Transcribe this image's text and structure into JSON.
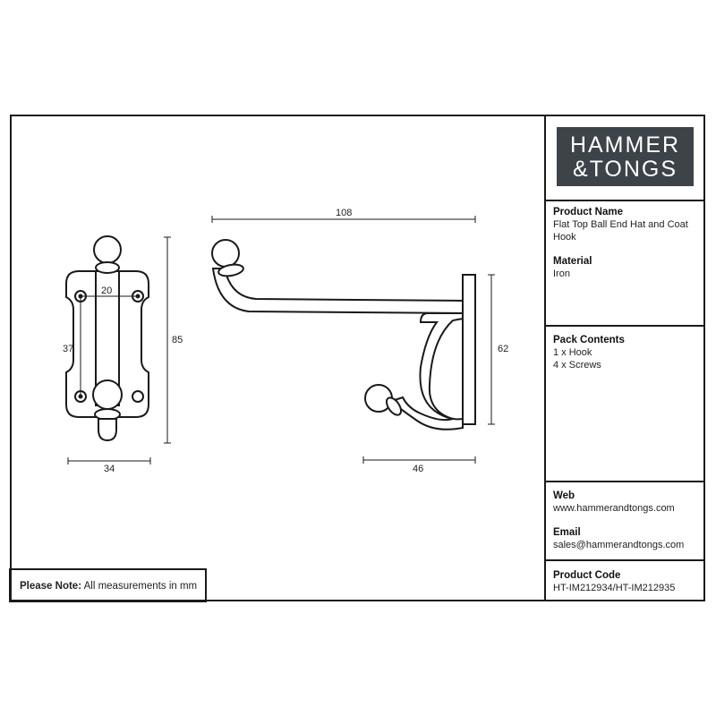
{
  "logo": {
    "line1": "HAMMER",
    "line2": "&TONGS"
  },
  "dimensions": {
    "overall_width": "108",
    "hole_spacing": "20",
    "plate_height": "37",
    "overall_height": "85",
    "plate_width": "34",
    "hook_height": "62",
    "projection": "46"
  },
  "product": {
    "label": "Product Name",
    "value": "Flat Top Ball End Hat and Coat Hook"
  },
  "material": {
    "label": "Material",
    "value": "Iron"
  },
  "pack": {
    "label": "Pack Contents",
    "items": [
      "1 x Hook",
      "4 x Screws"
    ]
  },
  "web": {
    "label": "Web",
    "value": "www.hammerandtongs.com"
  },
  "email": {
    "label": "Email",
    "value": "sales@hammerandtongs.com"
  },
  "code": {
    "label": "Product Code",
    "value": "HT-IM212934/HT-IM212935"
  },
  "note": {
    "label": "Please Note:",
    "text": "All measurements in mm"
  },
  "colors": {
    "logo_bg": "#3c4349",
    "logo_text": "#ffffff",
    "line": "#1a1a1a"
  }
}
